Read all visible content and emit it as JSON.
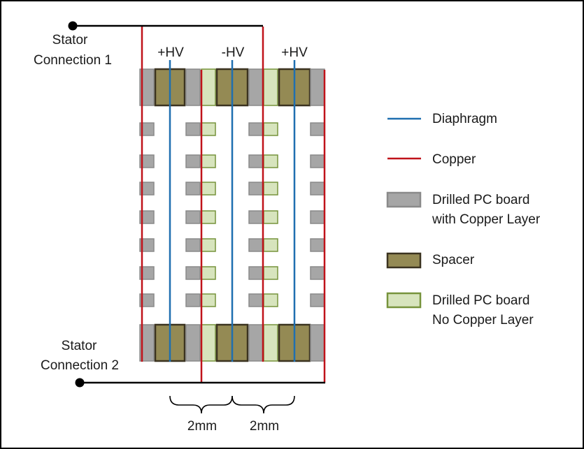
{
  "labels": {
    "stator1_line1": "Stator",
    "stator1_line2": "Connection 1",
    "stator2_line1": "Stator",
    "stator2_line2": "Connection 2",
    "hv_left": "+HV",
    "hv_middle": "-HV",
    "hv_right": "+HV",
    "gap_left": "2mm",
    "gap_right": "2mm"
  },
  "legend": {
    "diaphragm": "Diaphragm",
    "copper": "Copper",
    "drilled_copper_line1": "Drilled PC board",
    "drilled_copper_line2": "with Copper Layer",
    "spacer": "Spacer",
    "drilled_nocopper_line1": "Drilled PC board",
    "drilled_nocopper_line2": "No Copper Layer"
  },
  "colors": {
    "diaphragm": "#1f6fb0",
    "copper": "#c0121a",
    "board_copper_fill": "#a6a6a6",
    "board_copper_stroke": "#8a8a8a",
    "spacer_fill": "#948a54",
    "spacer_stroke": "#3b3320",
    "board_nocopper_fill": "#d7e4bd",
    "board_nocopper_stroke": "#77933c",
    "wire": "#000000"
  }
}
